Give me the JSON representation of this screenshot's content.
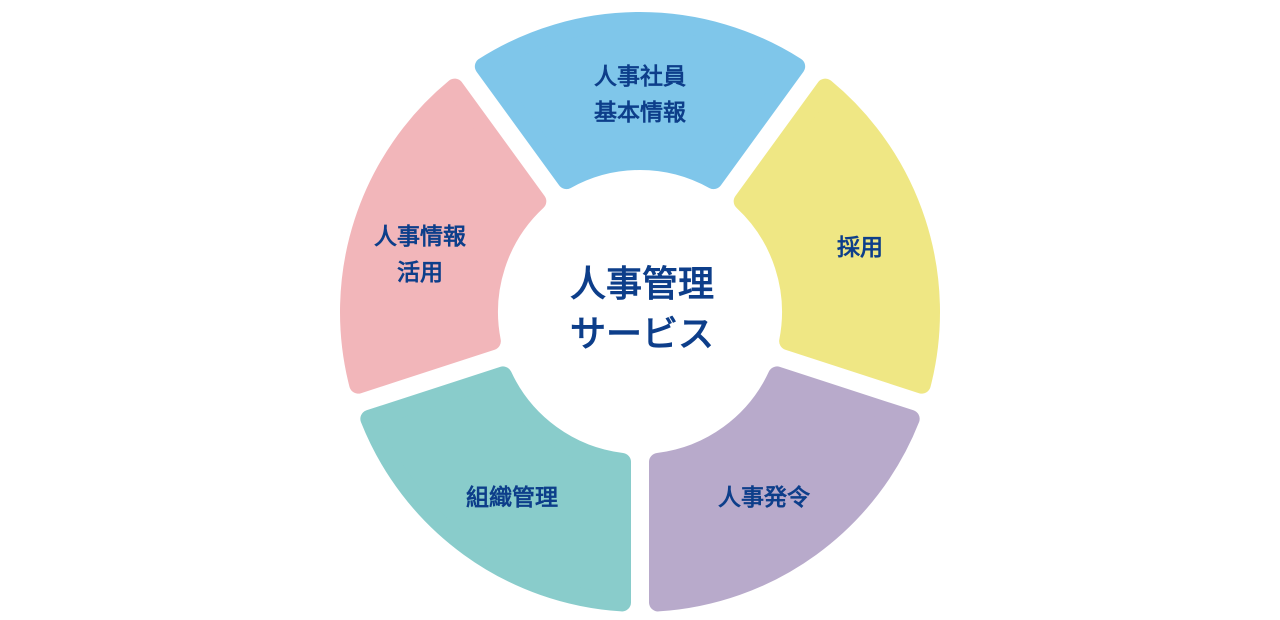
{
  "center": {
    "lines": [
      "人事管理",
      "サービス"
    ]
  },
  "segments": [
    {
      "lines": [
        "人事社員",
        "基本情報"
      ],
      "color": "#7fc6ea"
    },
    {
      "lines": [
        "採用"
      ],
      "color": "#efe784"
    },
    {
      "lines": [
        "人事発令"
      ],
      "color": "#b8aacb"
    },
    {
      "lines": [
        "組織管理"
      ],
      "color": "#89cccb"
    },
    {
      "lines": [
        "人事情報",
        "活用"
      ],
      "color": "#f2b6ba"
    }
  ],
  "text_color": "#0d3e8a"
}
